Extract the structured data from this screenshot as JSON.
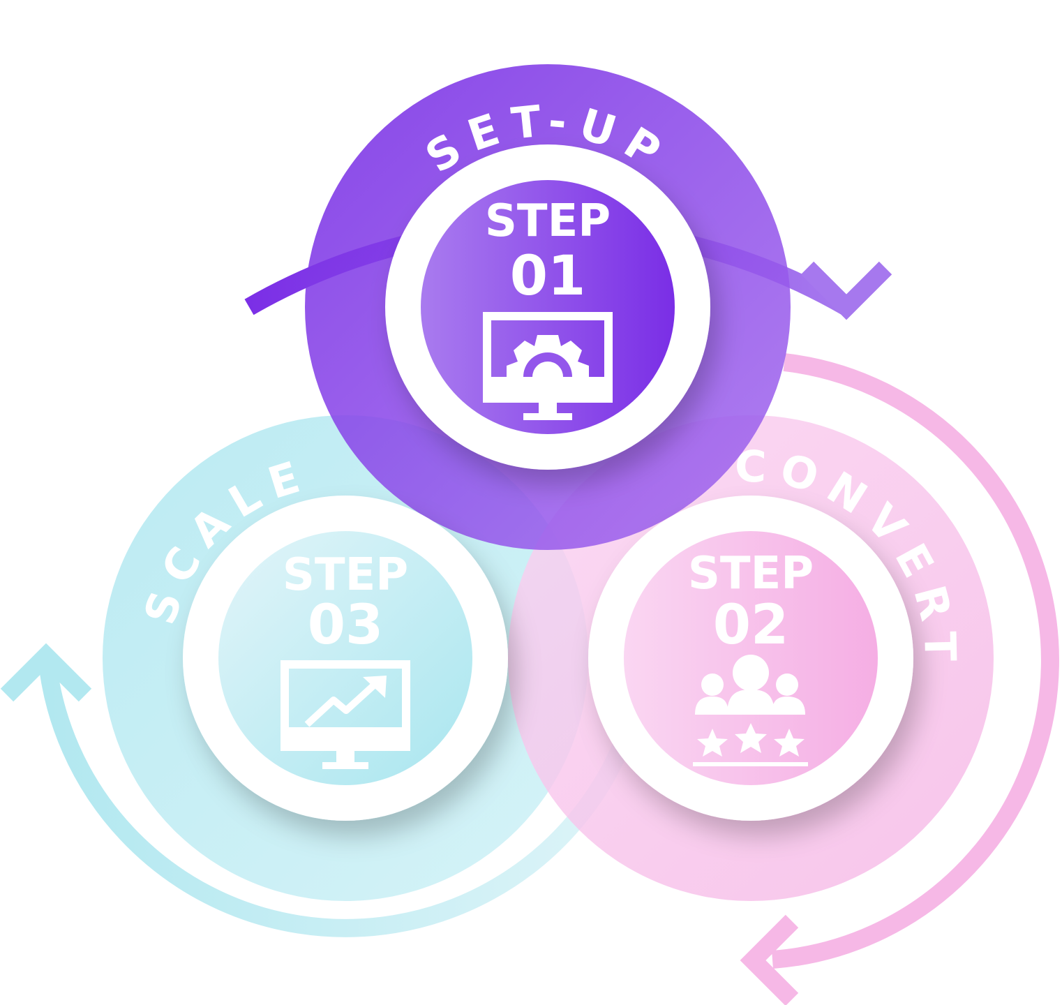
{
  "steps": [
    {
      "label": "SET-UP",
      "word": "STEP",
      "number": "01",
      "icon": "monitor-gear-icon",
      "color": "#7B2FE6"
    },
    {
      "label": "CONVERT",
      "word": "STEP",
      "number": "02",
      "icon": "users-rating-icon",
      "color": "#F7B4E6"
    },
    {
      "label": "SCALE",
      "word": "STEP",
      "number": "03",
      "icon": "monitor-growth-chart-icon",
      "color": "#A8E6EF"
    }
  ]
}
